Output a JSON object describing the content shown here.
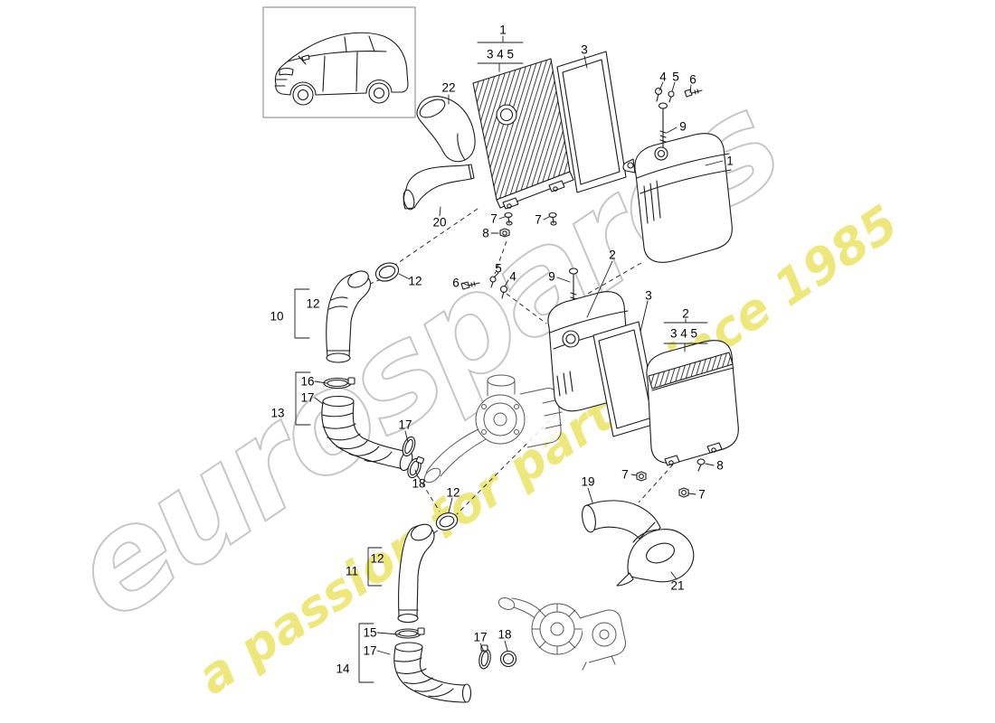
{
  "watermark": {
    "brand": "eurospares",
    "tagline": "a passion for parts since 1985",
    "brand_outline_color": "#c6c6c6",
    "tagline_color": "#e8df4a"
  },
  "diagram": {
    "background_color": "#ffffff",
    "line_color": "#1a1a1a",
    "vehicle": "porsche-cayenne-suv",
    "callouts": [
      {
        "label": "1"
      },
      {
        "label": "3 4 5"
      },
      {
        "label": "3"
      },
      {
        "label": "22"
      },
      {
        "label": "4"
      },
      {
        "label": "5"
      },
      {
        "label": "6"
      },
      {
        "label": "9"
      },
      {
        "label": "1"
      },
      {
        "label": "20"
      },
      {
        "label": "7"
      },
      {
        "label": "8"
      },
      {
        "label": "7"
      },
      {
        "label": "12"
      },
      {
        "label": "10"
      },
      {
        "label": "12"
      },
      {
        "label": "6"
      },
      {
        "label": "5"
      },
      {
        "label": "4"
      },
      {
        "label": "9"
      },
      {
        "label": "2"
      },
      {
        "label": "3"
      },
      {
        "label": "2"
      },
      {
        "label": "3 4 5"
      },
      {
        "label": "16"
      },
      {
        "label": "17"
      },
      {
        "label": "13"
      },
      {
        "label": "17"
      },
      {
        "label": "18"
      },
      {
        "label": "12"
      },
      {
        "label": "19"
      },
      {
        "label": "7"
      },
      {
        "label": "8"
      },
      {
        "label": "7"
      },
      {
        "label": "21"
      },
      {
        "label": "11"
      },
      {
        "label": "12"
      },
      {
        "label": "15"
      },
      {
        "label": "17"
      },
      {
        "label": "14"
      },
      {
        "label": "17"
      },
      {
        "label": "18"
      }
    ]
  }
}
